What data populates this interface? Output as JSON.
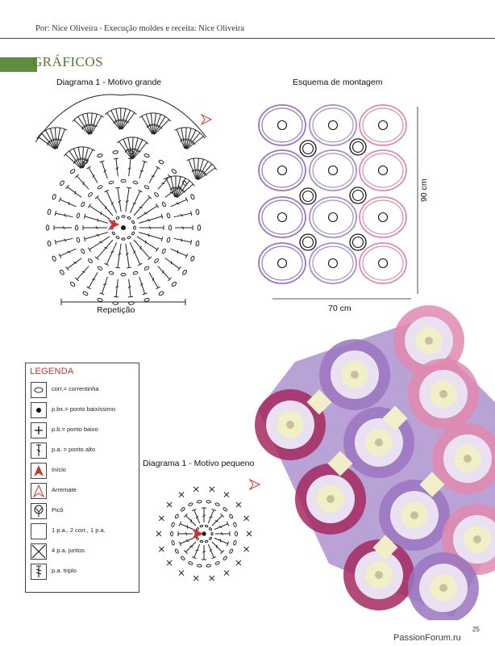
{
  "header": {
    "author": "Por: Nice Oliveira",
    "separator": "•",
    "credits": "Execução moldes e receita: Nice Oliveira"
  },
  "section": {
    "title": "GRÁFICOS"
  },
  "diagram_large": {
    "title": "Diagrama 1 - Motivo grande",
    "repeat_label": "Repetição"
  },
  "assembly": {
    "title": "Esquema de montagem",
    "width_label": "70 cm",
    "height_label": "90 cm"
  },
  "diagram_small": {
    "title": "Diagrama 1 - Motivo pequeno"
  },
  "legend": {
    "title": "LEGENDA",
    "items": [
      {
        "icon": "chain-stitch-icon",
        "text": "corr.= correntinha"
      },
      {
        "icon": "slip-stitch-icon",
        "text": "p.bx.= ponto baixíssimo"
      },
      {
        "icon": "single-crochet-icon",
        "text": "p.b.= ponto baixo"
      },
      {
        "icon": "double-crochet-icon",
        "text": "p.a. = ponto alto"
      },
      {
        "icon": "start-arrow-icon",
        "text": "Início"
      },
      {
        "icon": "fasten-off-arrow-icon",
        "text": "Arremate"
      },
      {
        "icon": "picot-icon",
        "text": "Picô"
      },
      {
        "icon": "stitch-group-icon",
        "text": "1 p.a., 2 corr., 1 p.a."
      },
      {
        "icon": "decrease-icon",
        "text": "4 p.a. juntos"
      },
      {
        "icon": "treble-crochet-icon",
        "text": "p.a. triplo"
      }
    ]
  },
  "page_number": "25",
  "watermark": "PassionForum.ru",
  "colors": {
    "accent_green": "#5f8c3e",
    "start_red": "#d2312a",
    "purple": "#9a76c0",
    "lilac": "#a88fcf",
    "pink": "#e08ab0",
    "magenta": "#a52960",
    "cream": "#f1efc8"
  }
}
